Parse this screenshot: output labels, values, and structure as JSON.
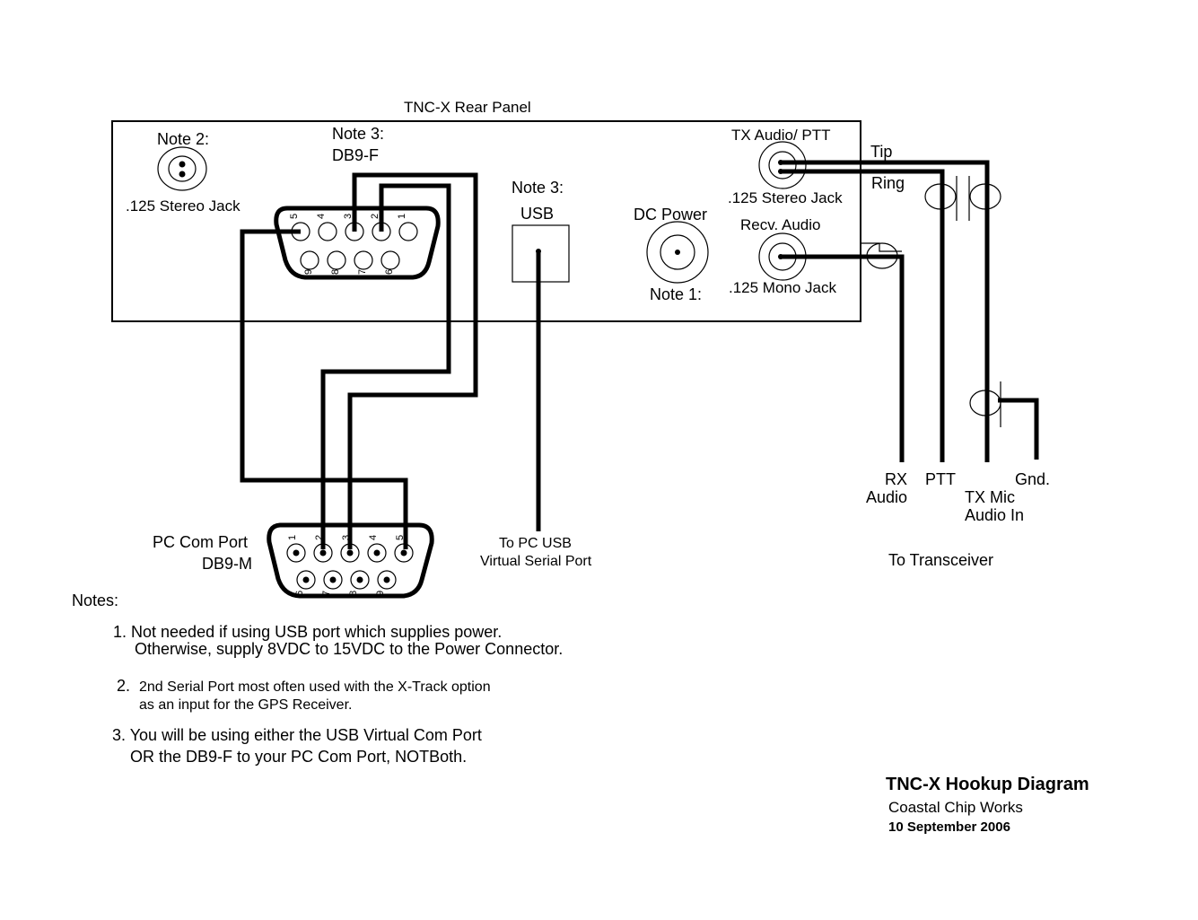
{
  "panel": {
    "title": "TNC-X Rear Panel",
    "note2_jack": {
      "note": "Note 2:",
      "label": ".125 Stereo Jack"
    },
    "db9f": {
      "note": "Note 3:",
      "label": "DB9-F",
      "top_pins": [
        "5",
        "4",
        "3",
        "2",
        "1"
      ],
      "bottom_pins": [
        "9",
        "8",
        "7",
        "6"
      ]
    },
    "usb": {
      "note": "Note 3:",
      "label": "USB"
    },
    "dc_power": {
      "label": "DC Power",
      "note": "Note 1:"
    },
    "tx_audio": {
      "label": "TX Audio/ PTT",
      "jack": ".125 Stereo Jack"
    },
    "recv_audio": {
      "label": "Recv. Audio",
      "jack": ".125 Mono Jack"
    }
  },
  "wires": {
    "tip": "Tip",
    "ring": "Ring"
  },
  "pc_port": {
    "label": "PC Com Port",
    "type": "DB9-M",
    "top_pins": [
      "1",
      "2",
      "3",
      "4",
      "5"
    ],
    "bottom_pins": [
      "6",
      "7",
      "8",
      "9"
    ]
  },
  "usb_dest": {
    "line1": "To PC USB",
    "line2": "Virtual Serial Port"
  },
  "transceiver": {
    "rx_audio": [
      "RX",
      "Audio"
    ],
    "ptt": "PTT",
    "gnd": "Gnd.",
    "tx_mic": [
      "TX Mic",
      "Audio In"
    ],
    "label": "To Transceiver"
  },
  "notes": {
    "heading": "Notes:",
    "items": [
      {
        "line1": "1. Not needed if using USB port which supplies power.",
        "line2": "Otherwise, supply 8VDC to 15VDC to the Power Connector."
      },
      {
        "num": "2.",
        "line1": "2nd Serial Port most often used with the X-Track option",
        "line2": "as an input for the GPS Receiver."
      },
      {
        "line1": "3. You will be using either the USB Virtual Com Port",
        "line2": "OR the DB9-F to your PC Com Port, NOTBoth."
      }
    ]
  },
  "title_block": {
    "title": "TNC-X Hookup Diagram",
    "company": "Coastal Chip Works",
    "date": "10 September 2006"
  }
}
